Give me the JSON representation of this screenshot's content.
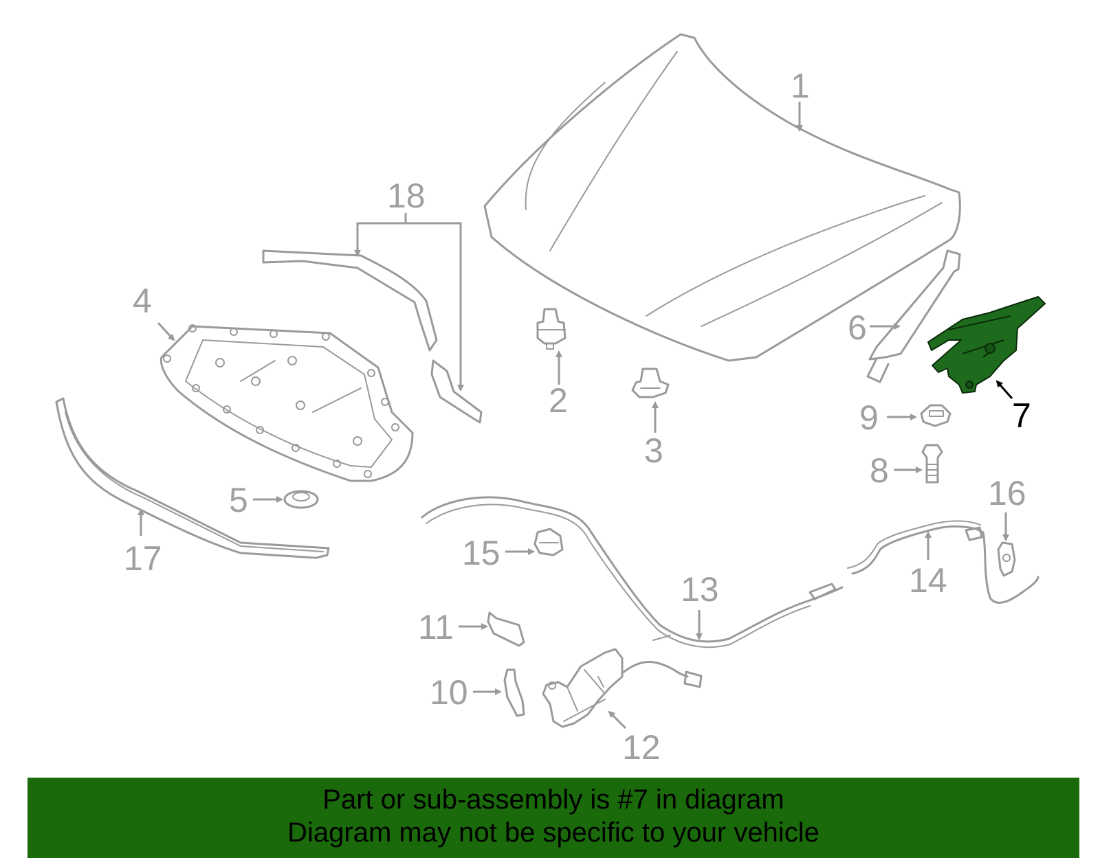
{
  "diagram": {
    "highlighted_part": "7",
    "callouts": [
      "1",
      "2",
      "3",
      "4",
      "5",
      "6",
      "7",
      "8",
      "9",
      "10",
      "11",
      "12",
      "13",
      "14",
      "15",
      "16",
      "17",
      "18"
    ]
  },
  "banner": {
    "line1": "Part or sub-assembly is #7 in diagram",
    "line2": "Diagram may not be specific to your vehicle"
  },
  "colors": {
    "highlight_part": "#1e6b1e",
    "banner_bg": "#1a6a0c",
    "line_art": "#9a9a9a"
  }
}
